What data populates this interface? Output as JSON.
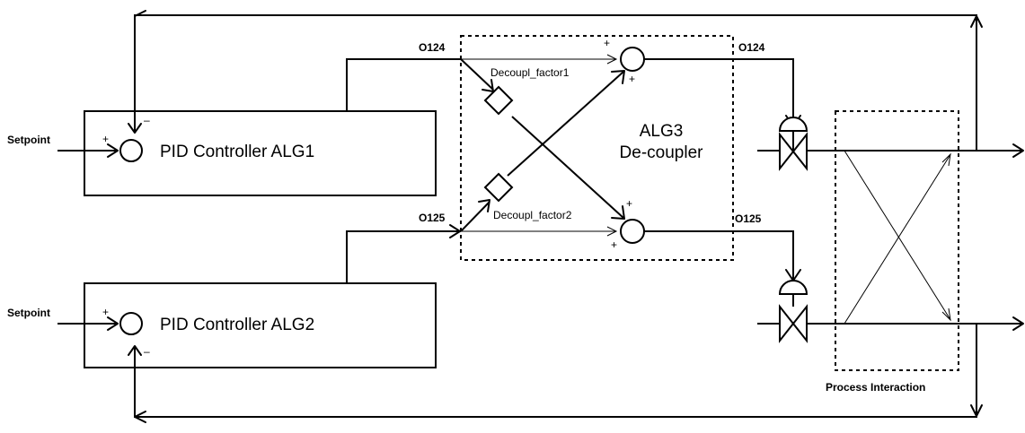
{
  "labels": {
    "setpoint_1": "Setpoint",
    "setpoint_2": "Setpoint",
    "controller_1": "PID Controller ALG1",
    "controller_2": "PID Controller ALG2",
    "output_o124_in": "O124",
    "output_o125_in": "O125",
    "output_o124_out": "O124",
    "output_o125_out": "O125",
    "decoupler_title_1": "ALG3",
    "decoupler_title_2": "De-coupler",
    "factor_1": "Decoupl_factor1",
    "factor_2": "Decoupl_factor2",
    "process_interaction": "Process Interaction"
  },
  "signs": {
    "sum1_setpoint": "+",
    "sum1_feedback": "–",
    "sum2_setpoint": "+",
    "sum2_feedback": "–",
    "dec1_top": "+",
    "dec1_bottom": "+",
    "dec2_top": "+",
    "dec2_bottom": "+"
  }
}
